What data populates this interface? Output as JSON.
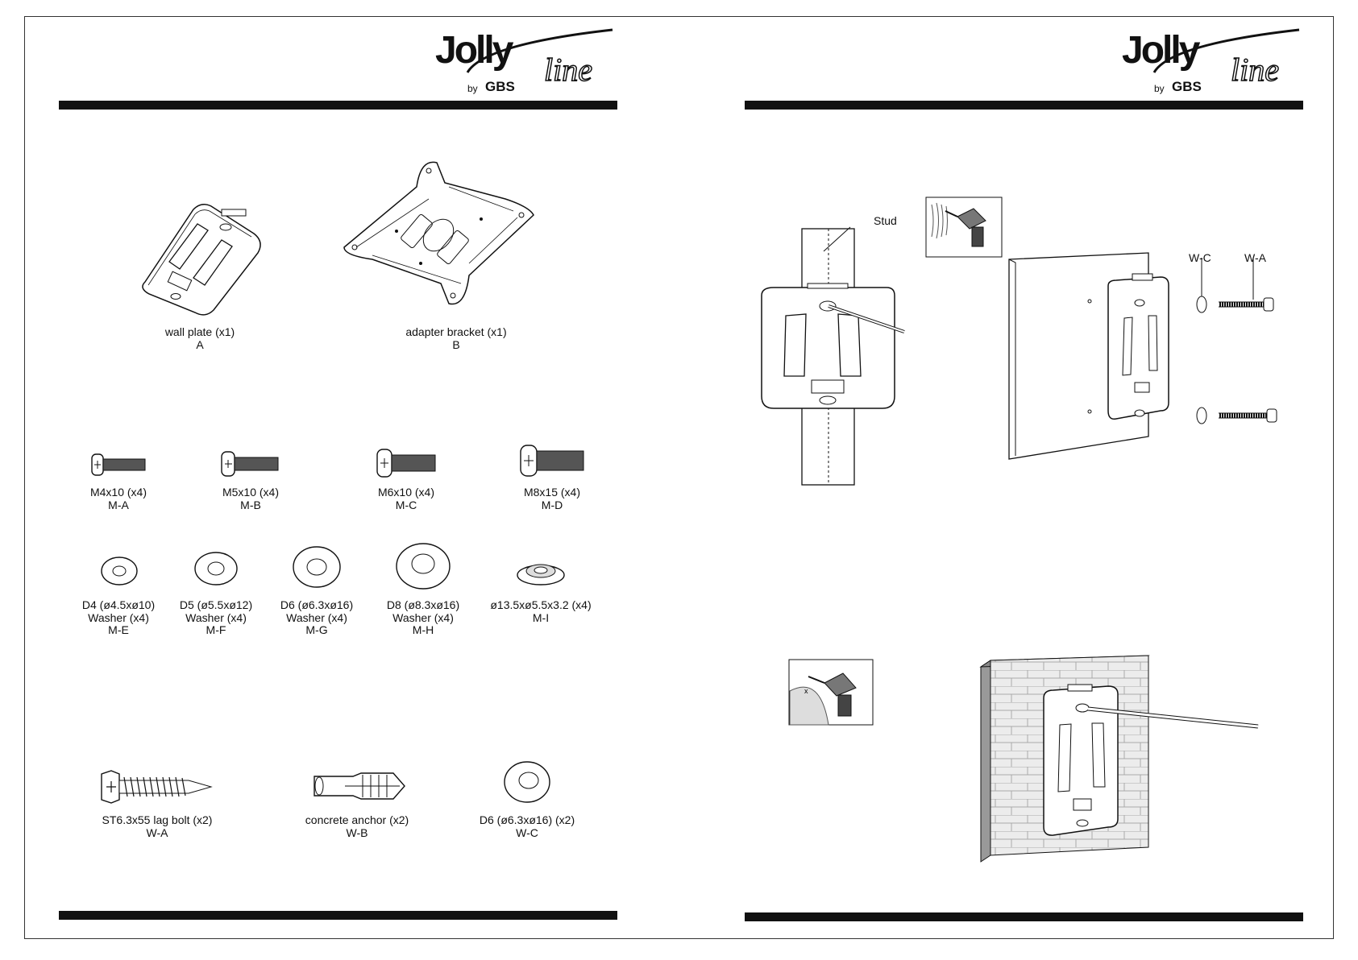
{
  "logo": {
    "brand": "Jolly",
    "script": "line",
    "by": "by",
    "company": "GBS"
  },
  "parts": [
    {
      "name": "wall plate (x1)",
      "code": "A"
    },
    {
      "name": "adapter bracket (x1)",
      "code": "B"
    }
  ],
  "screws": [
    {
      "name": "M4x10 (x4)",
      "code": "M-A"
    },
    {
      "name": "M5x10 (x4)",
      "code": "M-B"
    },
    {
      "name": "M6x10 (x4)",
      "code": "M-C"
    },
    {
      "name": "M8x15 (x4)",
      "code": "M-D"
    }
  ],
  "washers": [
    {
      "name": "D4 (ø4.5xø10)",
      "type": "Washer (x4)",
      "code": "M-E"
    },
    {
      "name": "D5 (ø5.5xø12)",
      "type": "Washer (x4)",
      "code": "M-F"
    },
    {
      "name": "D6 (ø6.3xø16)",
      "type": "Washer (x4)",
      "code": "M-G"
    },
    {
      "name": "D8 (ø8.3xø16)",
      "type": "Washer (x4)",
      "code": "M-H"
    },
    {
      "name": "ø13.5xø5.5x3.2 (x4)",
      "code": "M-I"
    }
  ],
  "wall_hardware": [
    {
      "name": "ST6.3x55 lag bolt (x2)",
      "code": "W-A"
    },
    {
      "name": "concrete anchor (x2)",
      "code": "W-B"
    },
    {
      "name": "D6 (ø6.3xø16) (x2)",
      "code": "W-C"
    }
  ],
  "diagram_labels": {
    "stud": "Stud",
    "washer": "W-C",
    "bolt": "W-A"
  }
}
